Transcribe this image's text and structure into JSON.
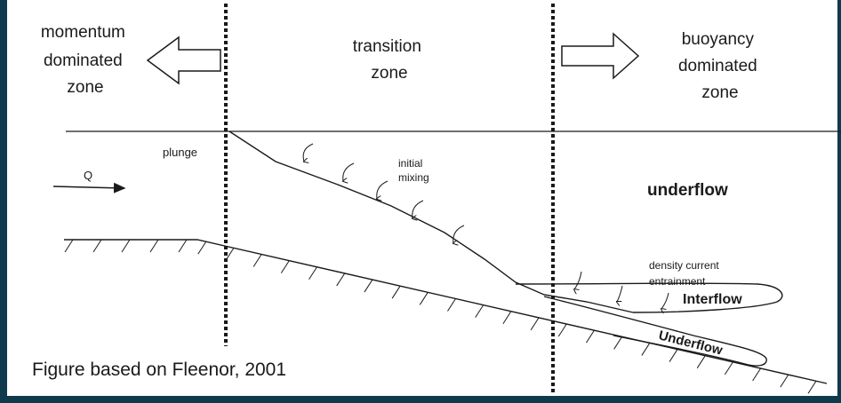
{
  "colors": {
    "frame": "#0f3a4e",
    "panel": "#ffffff",
    "ink": "#1a1a1a"
  },
  "labels": {
    "momentum_zone": [
      "momentum",
      "dominated",
      "zone"
    ],
    "transition_zone": [
      "transition",
      "zone"
    ],
    "buoyancy_zone": [
      "buoyancy",
      "dominated",
      "zone"
    ],
    "plunge": "plunge",
    "q": "Q",
    "initial_mixing": [
      "initial",
      "mixing"
    ],
    "underflow_surface": "underflow",
    "density_current": [
      "density current",
      "entrainment"
    ],
    "interflow": "Interflow",
    "underflow_plume": "Underflow",
    "caption": "Figure based on Fleenor, 2001"
  }
}
